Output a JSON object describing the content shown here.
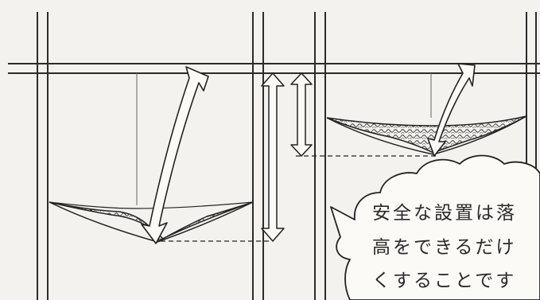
{
  "caption": {
    "lines": [
      "安全な設置は落",
      "高をできるだけ",
      "くすることです"
    ]
  },
  "icons": {
    "left_arrow": "curved-arrow-down-icon",
    "right_arrow": "curved-arrow-down-icon",
    "tall_double_arrow": "double-headed-arrow-icon",
    "short_double_arrow": "double-headed-arrow-icon"
  }
}
